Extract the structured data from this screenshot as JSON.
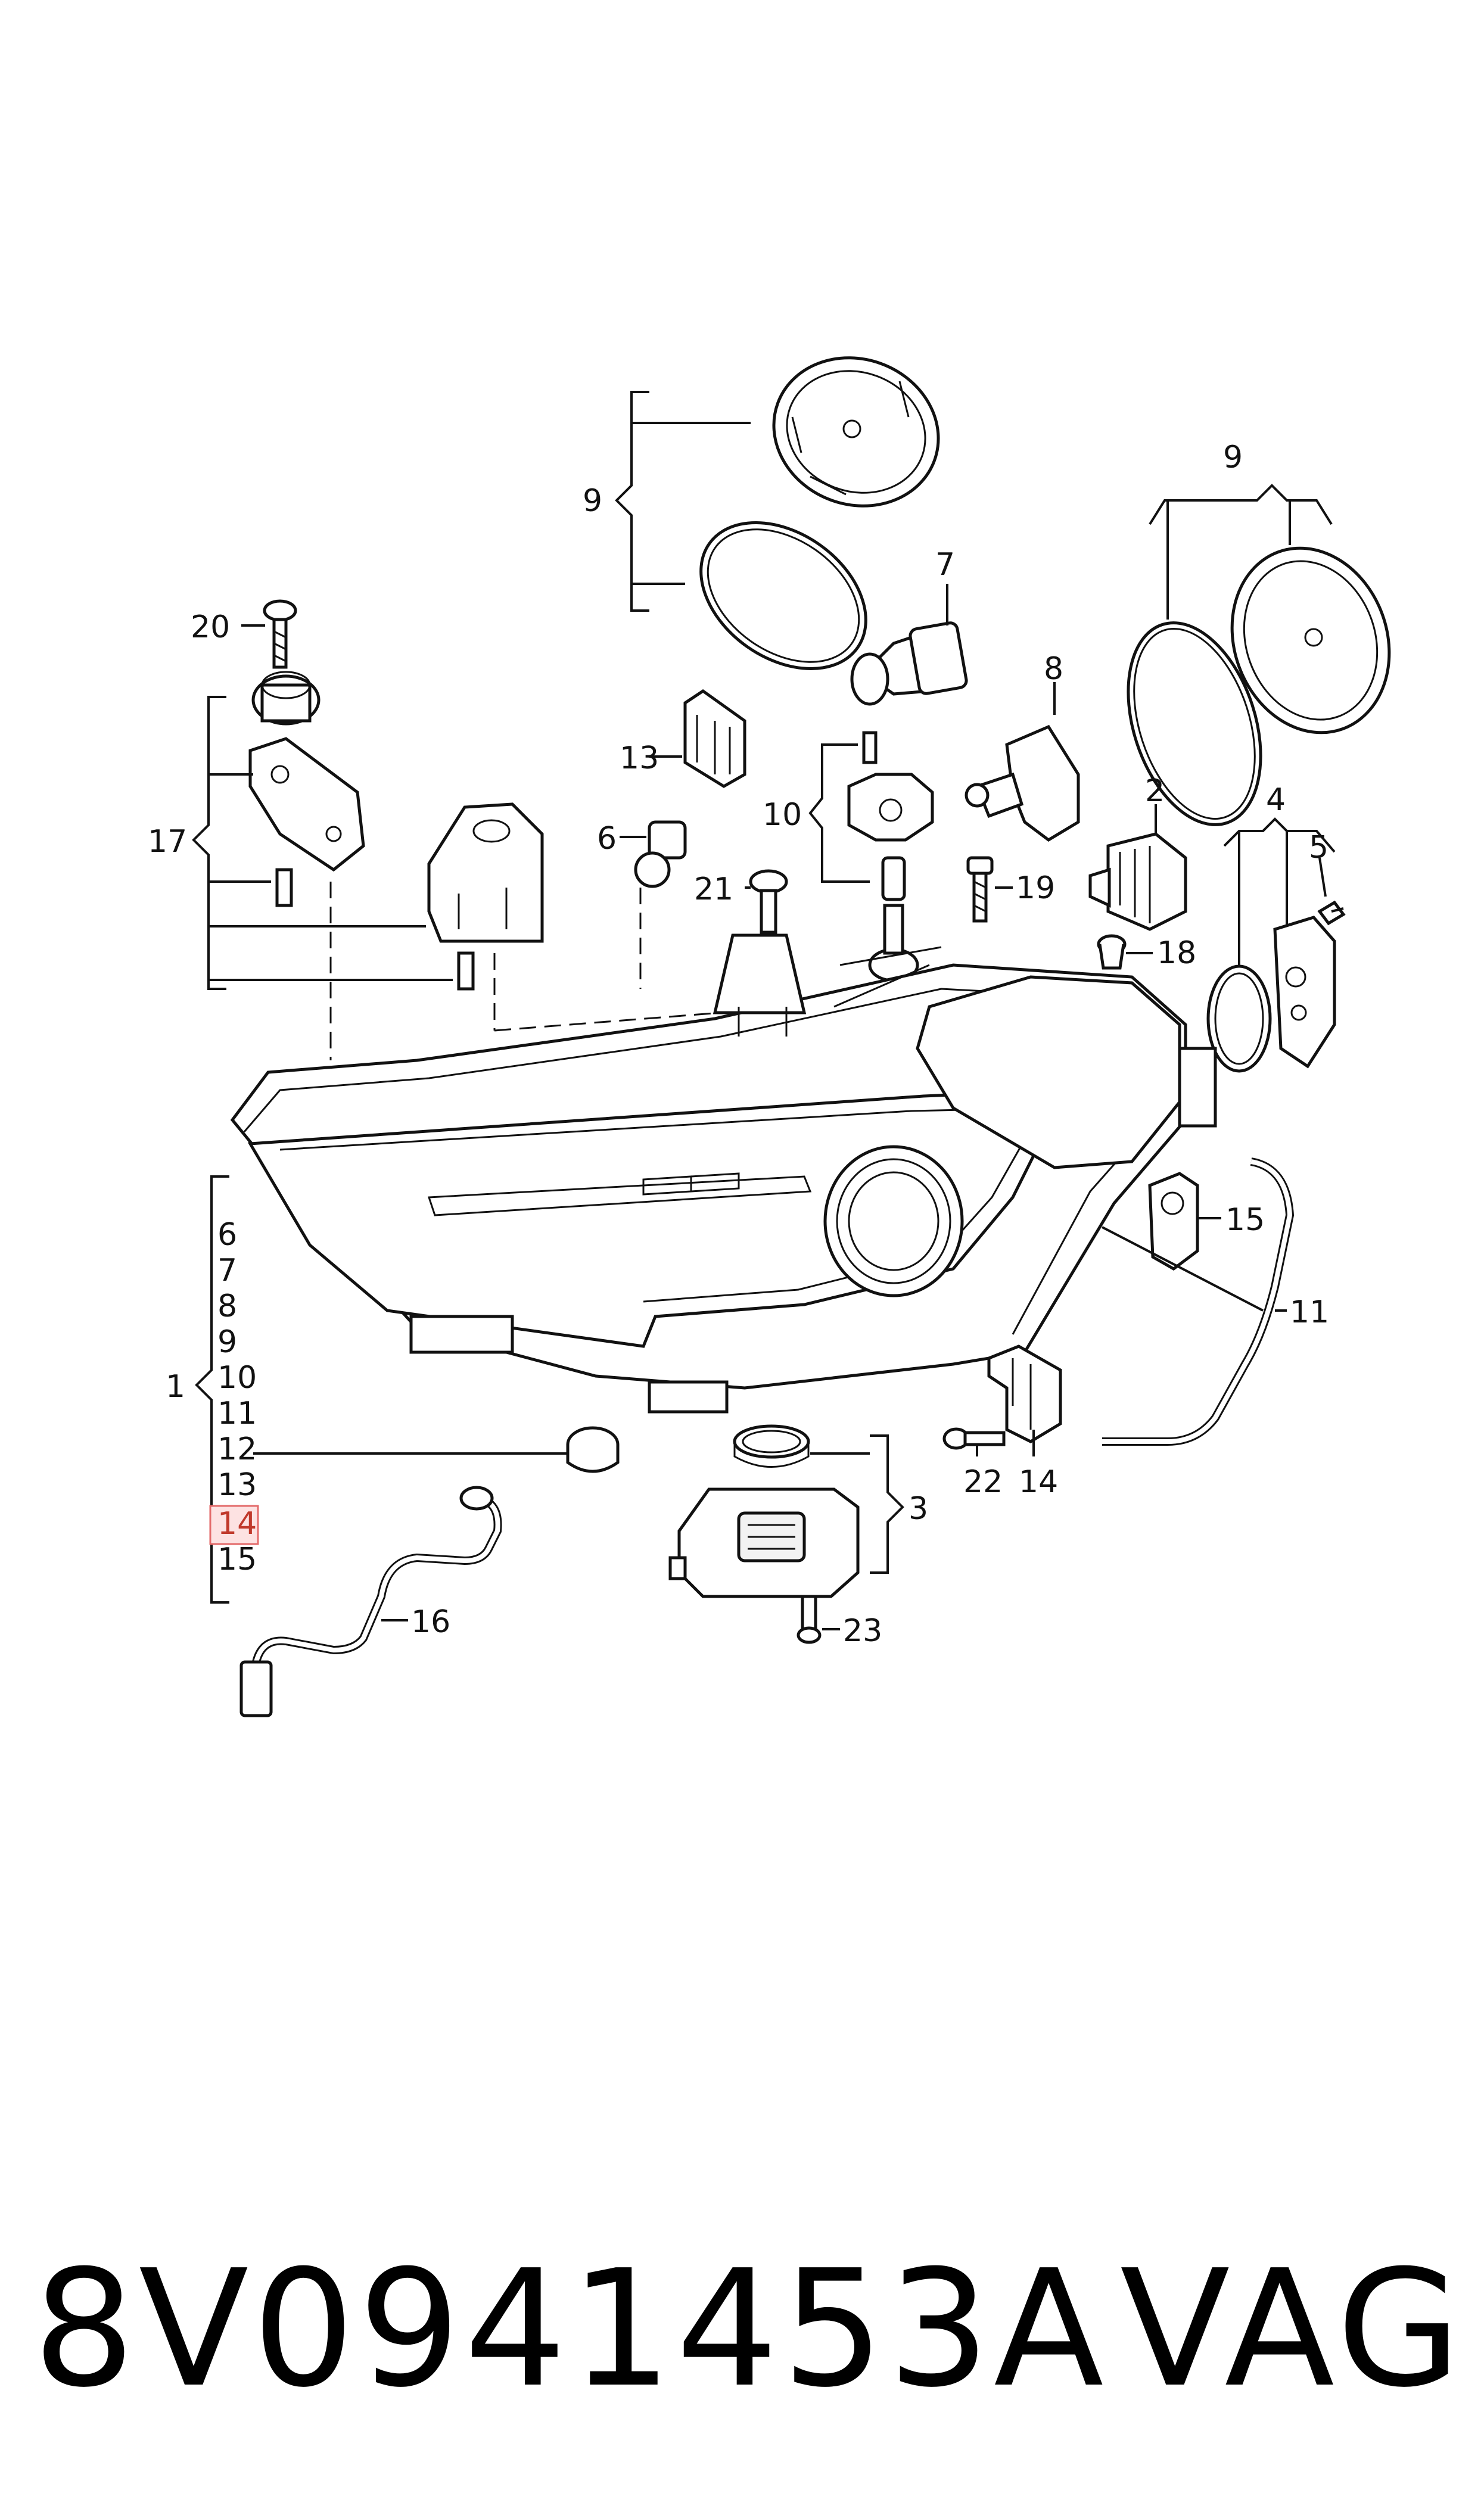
{
  "diagram": {
    "callouts": {
      "c1": "1",
      "c2": "2",
      "c3": "3",
      "c4": "4",
      "c5": "5",
      "c6_main": "6",
      "c7_main": "7",
      "c8_main": "8",
      "c9_left": "9",
      "c9_right": "9",
      "c10": "10",
      "c11_main": "11",
      "c13_main": "13",
      "c14_main": "14",
      "c15_main": "15",
      "c16": "16",
      "c17": "17",
      "c18": "18",
      "c19": "19",
      "c20": "20",
      "c21": "21",
      "c22": "22",
      "c23": "23"
    },
    "group_list": [
      "6",
      "7",
      "8",
      "9",
      "10",
      "11",
      "12",
      "13",
      "14",
      "15"
    ],
    "highlighted_item": "14",
    "highlight_color": "#e36a6a"
  },
  "footer": {
    "part_number": "8V0941453A",
    "brand": "VAG"
  }
}
